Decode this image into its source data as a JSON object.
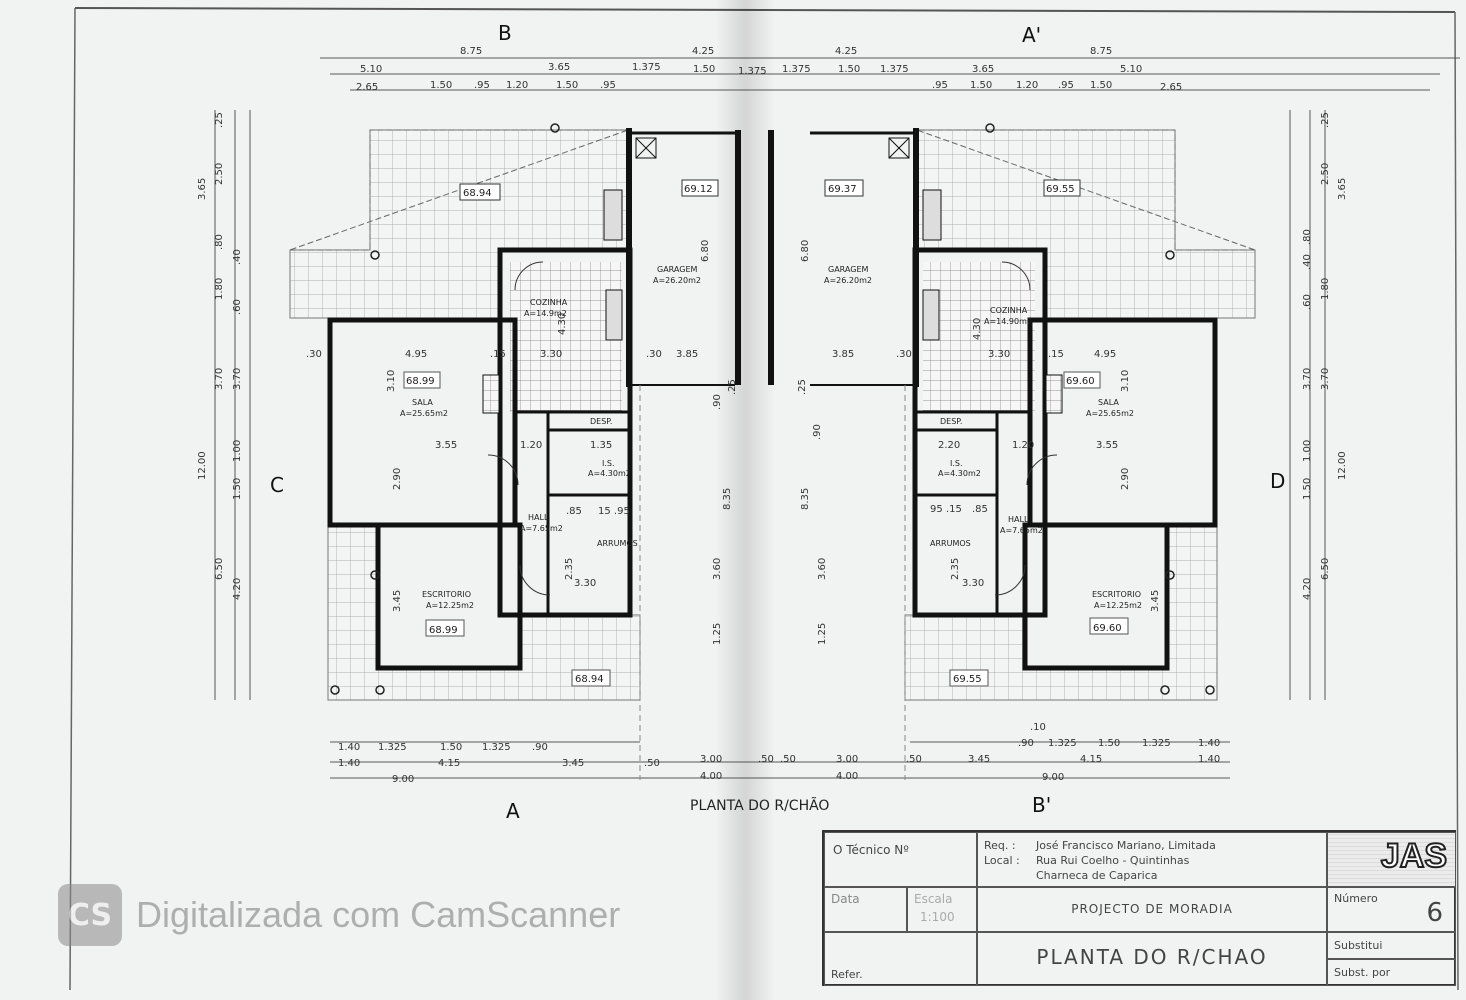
{
  "drawing_title": "PLANTA DO R/CHÃO",
  "sections": {
    "b": "B",
    "a_prime": "A'",
    "a": "A",
    "b_prime": "B'",
    "c": "C",
    "d": "D"
  },
  "top_dims": {
    "row1": [
      "8.75",
      "4.25",
      "4.25",
      "8.75"
    ],
    "row2": [
      "5.10",
      "3.65",
      "1.375",
      "1.50",
      "1.375",
      "1.375",
      "1.50",
      "1.375",
      "3.65",
      "5.10"
    ],
    "row3": [
      "2.65",
      "1.50",
      ".95",
      "1.20",
      "1.50",
      ".95",
      ".95",
      "1.50",
      "1.20",
      ".95",
      "1.50",
      "2.65"
    ]
  },
  "bottom_dims": {
    "row1": [
      "1.40",
      "1.325",
      "1.50",
      "1.325",
      ".90",
      ".10",
      ".90",
      "1.325",
      "1.50",
      "1.325",
      "1.40"
    ],
    "row2": [
      "1.40",
      "4.15",
      "3.45",
      ".50",
      "3.00",
      ".50",
      ".50",
      "3.00",
      ".50",
      "3.45",
      "4.15",
      "1.40"
    ],
    "row3": [
      "9.00",
      "4.00",
      "4.00",
      "9.00"
    ]
  },
  "side_dims": {
    "left": [
      "3.65",
      "2.50",
      ".25",
      ".80",
      "1.80",
      ".40",
      ".60",
      "3.70",
      "3.70",
      "12.00",
      "1.00",
      "1.50",
      "6.50",
      "4.20"
    ],
    "right": [
      "3.65",
      "2.50",
      ".25",
      ".80",
      "1.80",
      ".40",
      ".60",
      "3.70",
      "3.70",
      "12.00",
      "1.00",
      "1.50",
      "6.50",
      "4.20"
    ]
  },
  "left_unit": {
    "terrace_level": "68.94",
    "garage_level": "69.12",
    "garage": {
      "name": "GARAGEM",
      "area": "A=26.20m2",
      "depth": "6.80",
      "width": "3.85"
    },
    "kitchen": {
      "name": "COZINHA",
      "area": "A=14.9m2",
      "d1": "4.30",
      "d2": "3.30"
    },
    "living": {
      "name": "SALA",
      "area": "A=25.65m2",
      "level": "68.99",
      "w": "4.95",
      "d": "3.10",
      "d2": "3.55",
      "d3": "2.90"
    },
    "pantry": "DESP.",
    "wc": {
      "name": "I.S.",
      "area": "A=4.30m2",
      "d": "1.35"
    },
    "hall": {
      "name": "HALL",
      "area": "A=7.65m2",
      "d": "1.20"
    },
    "storage": {
      "name": "ARRUMOS",
      "d1": "2.35",
      "d2": "3.30",
      "d3": ".85",
      "d4": "15 .95"
    },
    "office": {
      "name": "ESCRITORIO",
      "area": "A=12.25m2",
      "level": "68.99",
      "d": "3.45"
    },
    "front_level": "68.94",
    "wall": ".30",
    "wall15": ".15",
    "drive": [
      "8.35",
      "3.60",
      "1.25",
      ".90",
      ".25"
    ]
  },
  "right_unit": {
    "terrace_level": "69.55",
    "garage_level": "69.37",
    "garage": {
      "name": "GARAGEM",
      "area": "A=26.20m2",
      "depth": "6.80",
      "width": "3.85"
    },
    "kitchen": {
      "name": "COZINHA",
      "area": "A=14.90m2",
      "d1": "4.30",
      "d2": "3.30"
    },
    "living": {
      "name": "SALA",
      "area": "A=25.65m2",
      "level": "69.60",
      "w": "4.95",
      "d": "3.10",
      "d2": "3.55",
      "d3": "2.90"
    },
    "pantry": "DESP.",
    "wc": {
      "name": "I.S.",
      "area": "A=4.30m2",
      "d": "2.20"
    },
    "hall": {
      "name": "HALL",
      "area": "A=7.65m2",
      "d": "1.20"
    },
    "storage": {
      "name": "ARRUMOS",
      "d1": "2.35",
      "d2": "3.30",
      "d3": ".85",
      "d4": "95 .15"
    },
    "office": {
      "name": "ESCRITORIO",
      "area": "A=12.25m2",
      "level": "69.60",
      "d": "3.45"
    },
    "front_level": "69.55",
    "wall": ".30",
    "wall15": ".15",
    "drive": [
      "8.35",
      "3.60",
      "1.25",
      ".90",
      ".25"
    ]
  },
  "title_block": {
    "tecnico": "O Técnico Nº",
    "req_label": "Req. :",
    "req": "José Francisco Mariano, Limitada",
    "local_label": "Local :",
    "local1": "Rua Rui Coelho - Quintinhas",
    "local2": "Charneca de Caparica",
    "logo": "JAS",
    "data_label": "Data",
    "escala_label": "Escala",
    "escala": "1:100",
    "project": "PROJECTO DE MORADIA",
    "numero_label": "Número",
    "numero": "6",
    "sheet_title": "PLANTA DO R/CHAO",
    "refer_label": "Refer.",
    "substitui_label": "Substitui",
    "subst_por_label": "Subst. por"
  },
  "watermark": {
    "logo": "CS",
    "text": "Digitalizada com CamScanner"
  }
}
